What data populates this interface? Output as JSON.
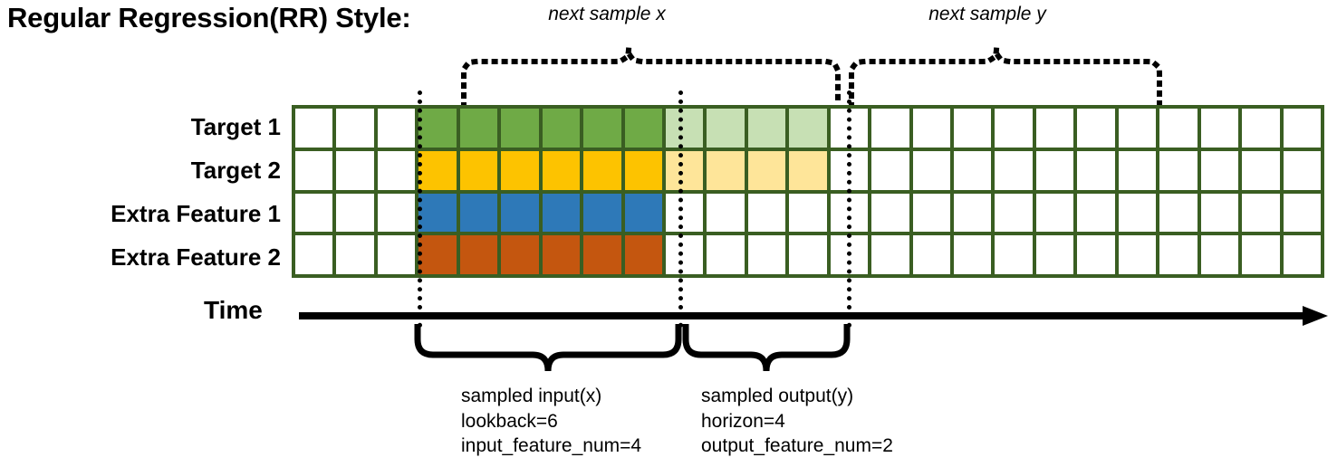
{
  "title": "Regular Regression(RR) Style:",
  "top_braces": [
    {
      "label": "next sample x"
    },
    {
      "label": "next sample y"
    }
  ],
  "row_labels": [
    "Target 1",
    "Target 2",
    "Extra Feature 1",
    "Extra Feature 2"
  ],
  "time_axis": {
    "label": "Time"
  },
  "grid": {
    "columns": 25,
    "rows": 4,
    "input_start_col": 4,
    "input_end_col": 9,
    "output_start_col": 10,
    "output_end_col": 13,
    "row_fills": [
      [
        "white",
        "white",
        "white",
        "c-green",
        "c-green",
        "c-green",
        "c-green",
        "c-green",
        "c-green",
        "c-green-lt",
        "c-green-lt",
        "c-green-lt",
        "c-green-lt",
        "white",
        "white",
        "white",
        "white",
        "white",
        "white",
        "white",
        "white",
        "white",
        "white",
        "white",
        "white"
      ],
      [
        "white",
        "white",
        "white",
        "c-amber",
        "c-amber",
        "c-amber",
        "c-amber",
        "c-amber",
        "c-amber",
        "c-amber-lt",
        "c-amber-lt",
        "c-amber-lt",
        "c-amber-lt",
        "white",
        "white",
        "white",
        "white",
        "white",
        "white",
        "white",
        "white",
        "white",
        "white",
        "white",
        "white"
      ],
      [
        "white",
        "white",
        "white",
        "c-blue",
        "c-blue",
        "c-blue",
        "c-blue",
        "c-blue",
        "c-blue",
        "white",
        "white",
        "white",
        "white",
        "white",
        "white",
        "white",
        "white",
        "white",
        "white",
        "white",
        "white",
        "white",
        "white",
        "white",
        "white"
      ],
      [
        "white",
        "white",
        "white",
        "c-orange",
        "c-orange",
        "c-orange",
        "c-orange",
        "c-orange",
        "c-orange",
        "white",
        "white",
        "white",
        "white",
        "white",
        "white",
        "white",
        "white",
        "white",
        "white",
        "white",
        "white",
        "white",
        "white",
        "white",
        "white"
      ]
    ]
  },
  "bottom_braces": [
    {
      "line1": "sampled input(x)",
      "line2": "lookback=6",
      "line3": "input_feature_num=4"
    },
    {
      "line1": "sampled output(y)",
      "line2": "horizon=4",
      "line3": "output_feature_num=2"
    }
  ],
  "colors": {
    "grid_line": "#3A5E22",
    "target1": "#6FAA46",
    "target1_light": "#C7E0B4",
    "target2": "#FDC300",
    "target2_light": "#FEE599",
    "extra1": "#2E79B8",
    "extra2": "#C4560F",
    "ink": "#000000",
    "background": "#FFFFFF"
  }
}
